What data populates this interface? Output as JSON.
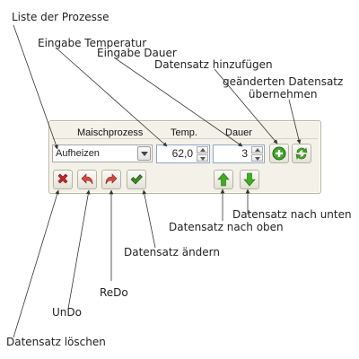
{
  "callouts": {
    "process_list": "Liste der Prozesse",
    "temp_input": "Eingabe Temperatur",
    "duration_input": "Eingabe Dauer",
    "add_record": "Datensatz hinzufügen",
    "apply_line1": "geänderten Datensatz",
    "apply_line2": "übernehmen",
    "move_down": "Datensatz nach unten",
    "move_up": "Datensatz nach oben",
    "change_record": "Datensatz ändern",
    "redo": "ReDo",
    "undo": "UnDo",
    "delete_record": "Datensatz löschen"
  },
  "panel": {
    "headers": {
      "process": "Maischprozess",
      "temp": "Temp.",
      "duration": "Dauer"
    },
    "process_select": {
      "value": "Aufheizen"
    },
    "temp_input": {
      "value": "62,0"
    },
    "duration_input": {
      "value": "3"
    }
  },
  "icons": {
    "delete": "delete-x-icon",
    "undo": "undo-arrow-icon",
    "redo": "redo-arrow-icon",
    "apply_change": "checkmark-icon",
    "move_up": "arrow-up-icon",
    "move_down": "arrow-down-icon",
    "add": "plus-circle-icon",
    "refresh": "refresh-icon"
  },
  "colors": {
    "panel_bg": "#f3f1e8",
    "delete_red": "#cc2222",
    "arrow_red": "#d34a3a",
    "check_green": "#3a8a1e",
    "arrow_green": "#3fae1e"
  }
}
